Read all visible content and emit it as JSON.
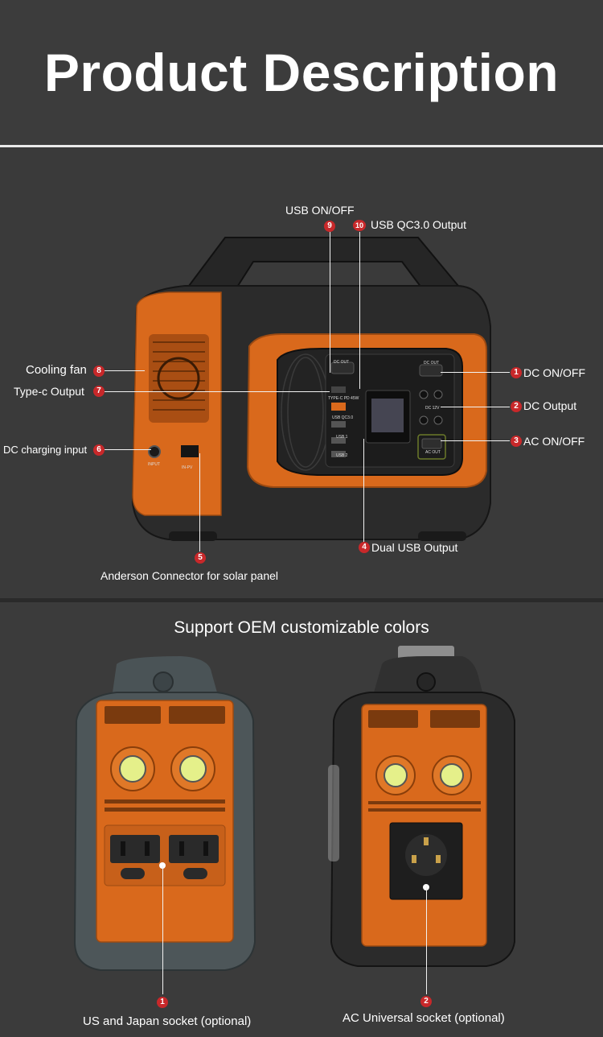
{
  "header": {
    "title": "Product Description"
  },
  "diagram": {
    "callouts": [
      {
        "num": "1",
        "label": "DC ON/OFF"
      },
      {
        "num": "2",
        "label": "DC Output"
      },
      {
        "num": "3",
        "label": "AC ON/OFF"
      },
      {
        "num": "4",
        "label": "Dual USB Output"
      },
      {
        "num": "5",
        "label": "Anderson  Connector for solar panel"
      },
      {
        "num": "6",
        "label": "DC charging input"
      },
      {
        "num": "7",
        "label": "Type-c Output"
      },
      {
        "num": "8",
        "label": "Cooling fan"
      },
      {
        "num": "9",
        "label": "USB ON/OFF"
      },
      {
        "num": "10",
        "label": "USB QC3.0 Output"
      }
    ],
    "panel_labels": {
      "dc_out_left": "DC OUT",
      "type_c": "TYPE-C PD 45W",
      "usb_qc": "USB QC3.0",
      "usb1": "USB 1",
      "usb2": "USB 2",
      "dc_out_right": "DC OUT",
      "dc_12v": "DC 12V",
      "ac_out": "AC OUT",
      "input": "INPUT",
      "in_pv": "IN-PV"
    }
  },
  "colors_section": {
    "title": "Support OEM customizable colors",
    "variants": [
      {
        "num": "1",
        "label": "US and Japan socket (optional)"
      },
      {
        "num": "2",
        "label": "AC Universal socket (optional)"
      }
    ]
  },
  "palette": {
    "accent_orange": "#d9691c",
    "body_dark": "#2b2b2b",
    "badge_red": "#c8282a"
  }
}
